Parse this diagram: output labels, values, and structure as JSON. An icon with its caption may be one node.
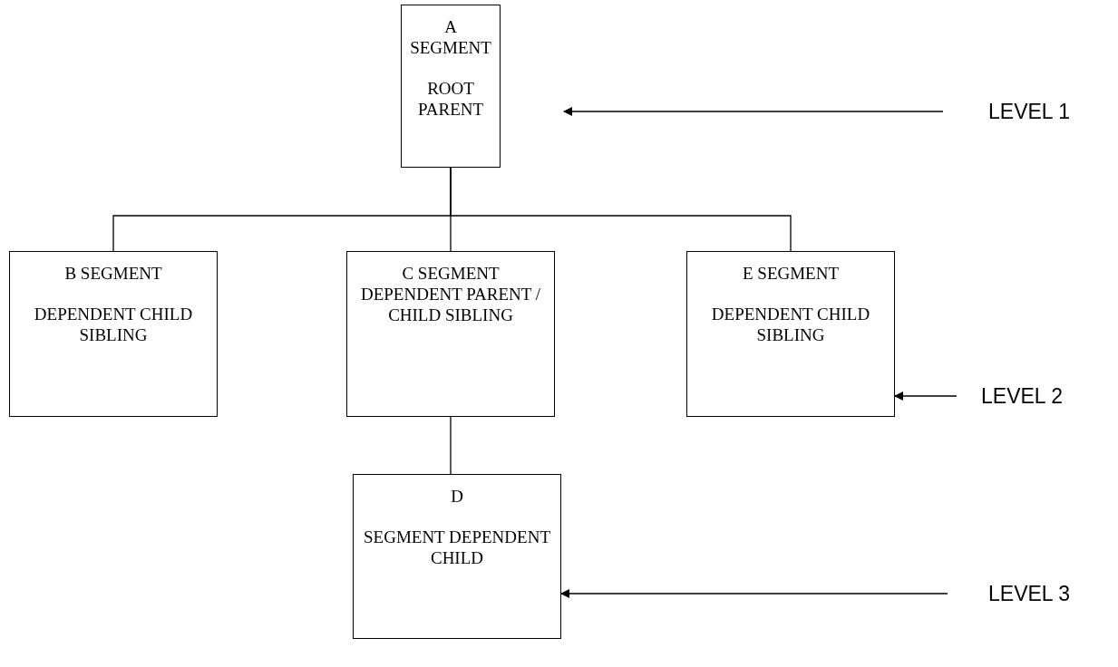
{
  "diagram": {
    "nodes": [
      {
        "text": [
          "A SEGMENT",
          "ROOT PARENT"
        ]
      },
      {
        "text": [
          "B SEGMENT",
          "DEPENDENT CHILD SIBLING"
        ]
      },
      {
        "text": [
          "C SEGMENT DEPENDENT PARENT / CHILD SIBLING"
        ]
      },
      {
        "text": [
          "E SEGMENT",
          "DEPENDENT CHILD SIBLING"
        ]
      },
      {
        "text": [
          "D",
          "SEGMENT DEPENDENT CHILD"
        ]
      },
      {
        "text": [
          "LEVEL 1"
        ]
      },
      {
        "text": [
          "LEVEL 2"
        ]
      },
      {
        "text": [
          "LEVEL 3"
        ]
      }
    ],
    "edges": [
      {
        "from": 0,
        "to": 1,
        "arrow": "none"
      },
      {
        "from": 0,
        "to": 2,
        "arrow": "none"
      },
      {
        "from": 0,
        "to": 3,
        "arrow": "none"
      },
      {
        "from": 2,
        "to": 4,
        "arrow": "none"
      },
      {
        "from": 5,
        "to": null,
        "arrow": "to"
      },
      {
        "from": 6,
        "to": 3,
        "arrow": "to"
      },
      {
        "from": 7,
        "to": 4,
        "arrow": "to"
      }
    ]
  }
}
